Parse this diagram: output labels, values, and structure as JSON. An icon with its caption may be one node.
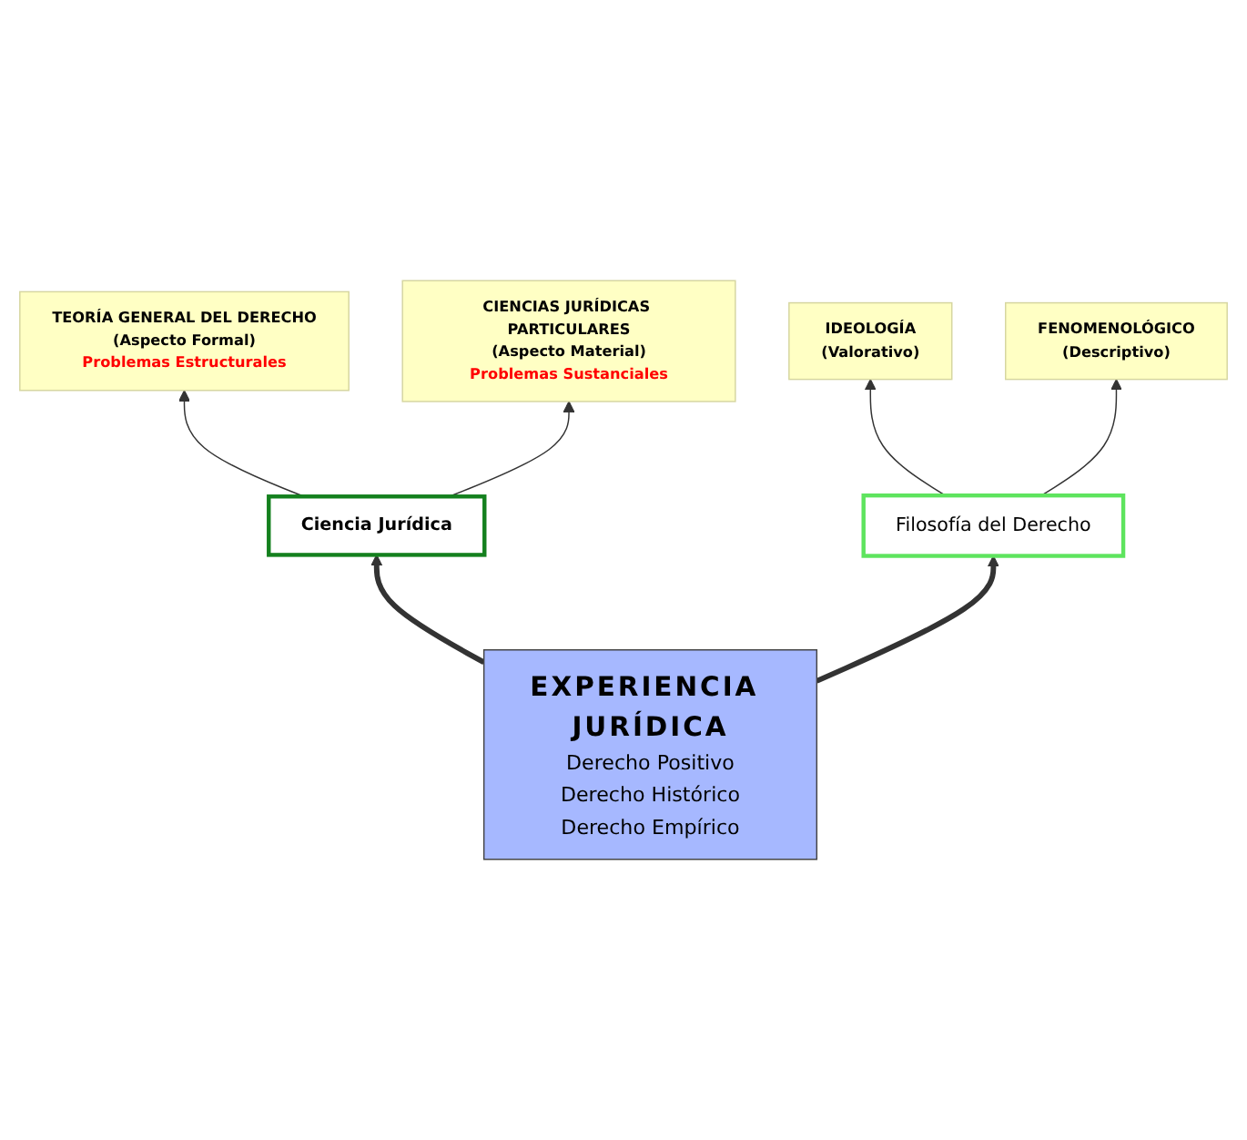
{
  "diagram": {
    "nodes": [
      {
        "text": [
          "TEORÍA GENERAL DEL DERECHO",
          "(Aspecto Formal)",
          "Problemas Estructurales"
        ]
      },
      {
        "text": [
          "CIENCIAS JURÍDICAS PARTICULARES",
          "(Aspecto Material)",
          "Problemas Sustanciales"
        ]
      },
      {
        "text": [
          "IDEOLOGÍA",
          "(Valorativo)"
        ]
      },
      {
        "text": [
          "FENOMENOLÓGICO",
          "(Descriptivo)"
        ]
      },
      {
        "text": [
          "Ciencia Jurídica"
        ]
      },
      {
        "text": [
          "Filosofía del Derecho"
        ]
      },
      {
        "text": [
          "EXPERIENCIA JURÍDICA",
          "Derecho Positivo",
          "Derecho Histórico",
          "Derecho Empírico"
        ]
      }
    ],
    "edges": [
      {
        "from": 4,
        "to": 0,
        "arrow": "to"
      },
      {
        "from": 4,
        "to": 1,
        "arrow": "to"
      },
      {
        "from": 5,
        "to": 2,
        "arrow": "to"
      },
      {
        "from": 5,
        "to": 3,
        "arrow": "to"
      },
      {
        "from": 6,
        "to": 4,
        "arrow": "to",
        "style": "thick"
      },
      {
        "from": 6,
        "to": 5,
        "arrow": "to",
        "style": "thick"
      }
    ]
  }
}
